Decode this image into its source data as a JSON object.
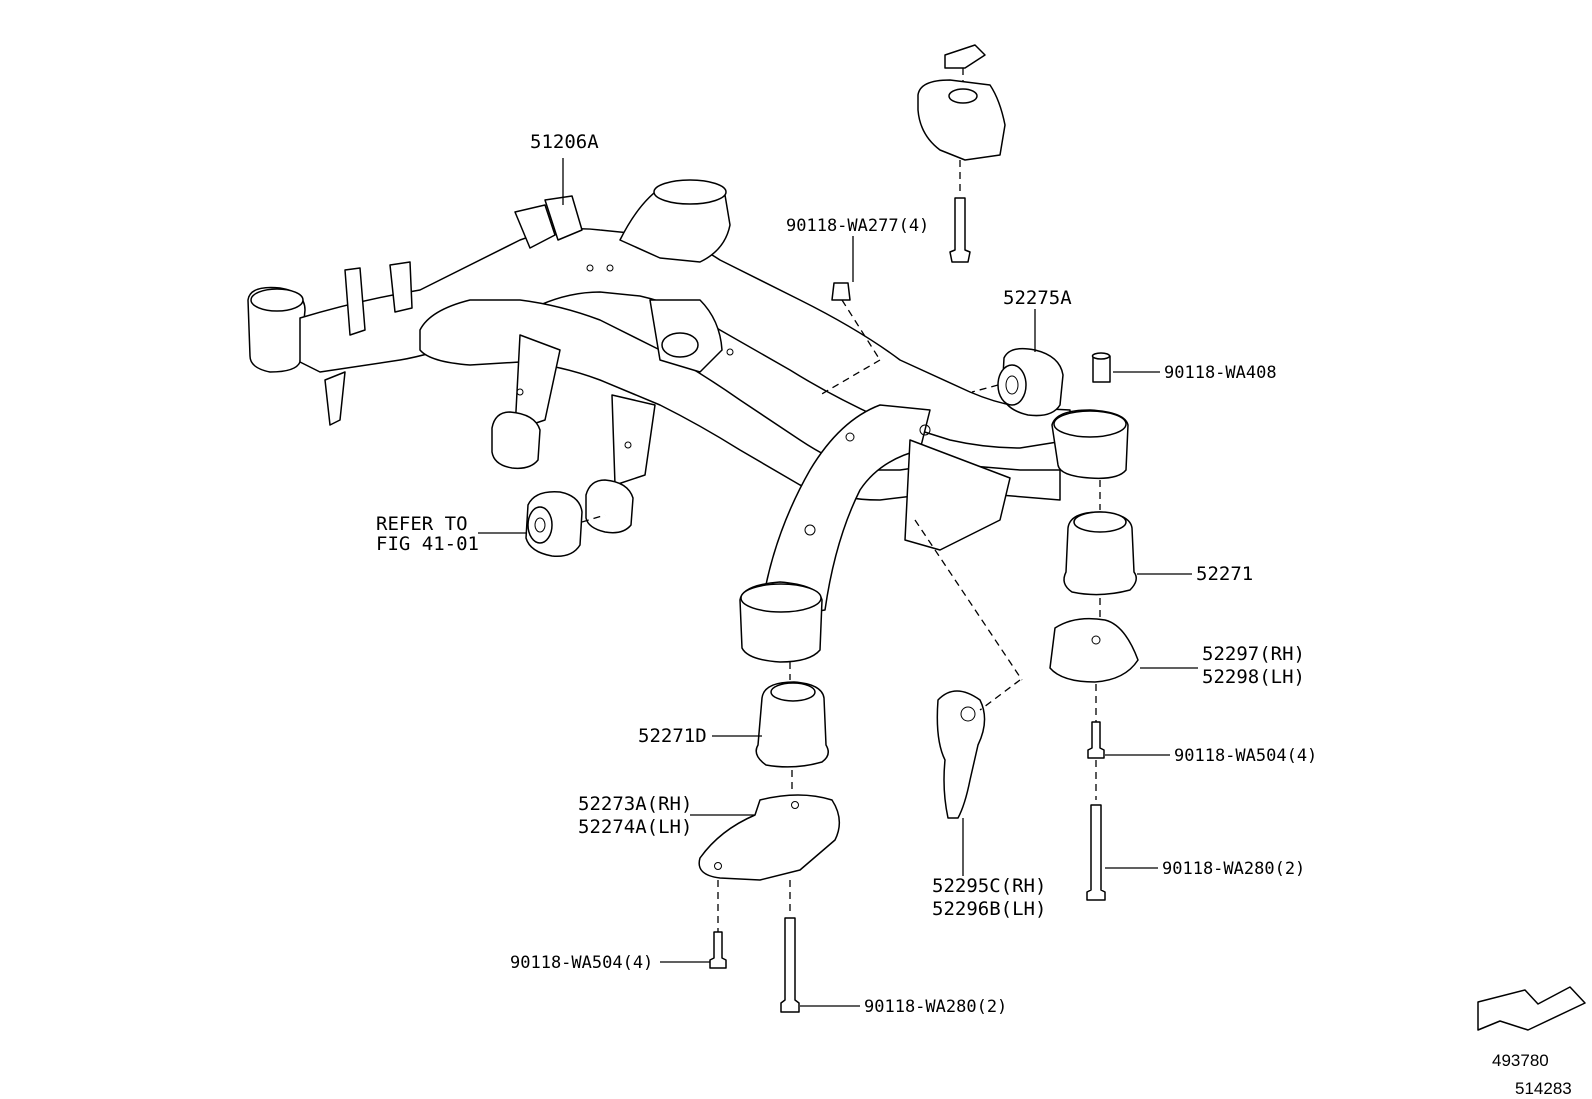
{
  "labels": {
    "crossmember": "51206A",
    "upper_bolt": "90118-WA277(4)",
    "bushing_front": "52275A",
    "collar": "90118-WA408",
    "refer_line1": "REFER TO",
    "refer_line2": "FIG 41-01",
    "cushion_rh_side": "52271",
    "stopper_rh": "52297(RH)",
    "stopper_lh": "52298(LH)",
    "bolt_right_short": "90118-WA504(4)",
    "bolt_right_long": "90118-WA280(2)",
    "cushion_left": "52271D",
    "plate_rh": "52273A(RH)",
    "plate_lh": "52274A(LH)",
    "bracket_rh": "52295C(RH)",
    "bracket_lh": "52296B(LH)",
    "bolt_left_short": "90118-WA504(4)",
    "bolt_left_long": "90118-WA280(2)"
  },
  "footer": {
    "ref1": "493780",
    "ref2": "514283"
  },
  "icons": {
    "front_arrow": "front-direction-arrow-icon"
  }
}
